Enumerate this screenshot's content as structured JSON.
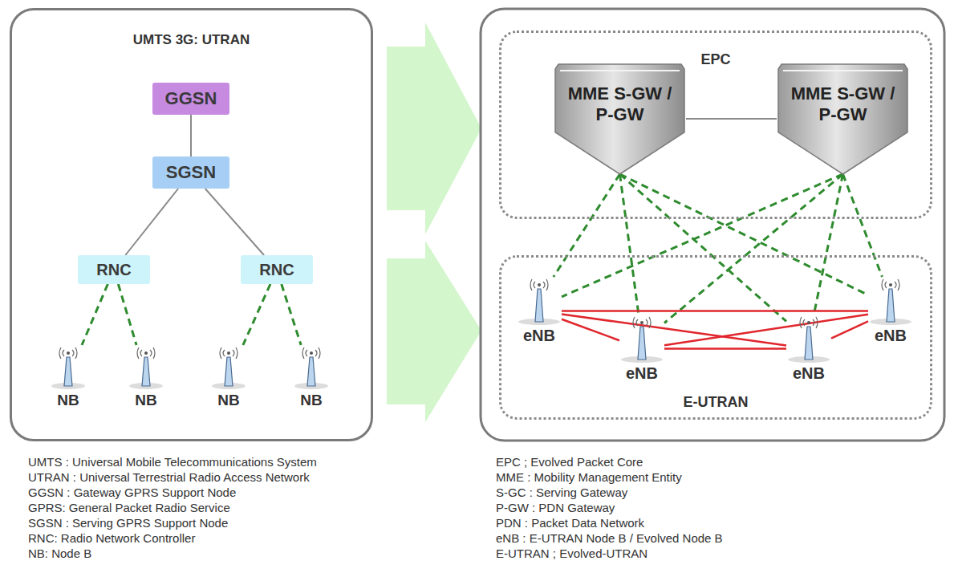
{
  "diagram": {
    "nodes": [
      {
        "text": [
          "UMTS 3G: UTRAN"
        ]
      },
      {
        "text": [
          "GGSN"
        ],
        "in": 0
      },
      {
        "text": [
          "SGSN"
        ],
        "in": 0
      },
      {
        "text": [
          "RNC"
        ],
        "in": 0
      },
      {
        "text": [
          "RNC"
        ],
        "in": 0
      },
      {
        "text": [
          "NB"
        ],
        "in": 0
      },
      {
        "text": [
          "NB"
        ],
        "in": 0
      },
      {
        "text": [
          "NB"
        ],
        "in": 0
      },
      {
        "text": [
          "NB"
        ],
        "in": 0
      },
      {
        "text": [
          "EPC"
        ]
      },
      {
        "text": [
          "MME S-GW / P-GW"
        ],
        "in": 9
      },
      {
        "text": [
          "MME S-GW / P-GW"
        ],
        "in": 9
      },
      {
        "text": [
          "E-UTRAN"
        ]
      },
      {
        "text": [
          "eNB"
        ],
        "in": 12
      },
      {
        "text": [
          "eNB"
        ],
        "in": 12
      },
      {
        "text": [
          "eNB"
        ],
        "in": 12
      },
      {
        "text": [
          "eNB"
        ],
        "in": 12
      }
    ],
    "edges": [
      {
        "from": 1,
        "to": 2,
        "arrow": "none"
      },
      {
        "from": 2,
        "to": 3,
        "arrow": "none"
      },
      {
        "from": 2,
        "to": 4,
        "arrow": "none"
      },
      {
        "from": 3,
        "to": 5,
        "arrow": "none"
      },
      {
        "from": 3,
        "to": 6,
        "arrow": "none"
      },
      {
        "from": 4,
        "to": 7,
        "arrow": "none"
      },
      {
        "from": 4,
        "to": 8,
        "arrow": "none"
      },
      {
        "from": 10,
        "to": 11,
        "arrow": "none"
      },
      {
        "from": 10,
        "to": 13,
        "arrow": "none"
      },
      {
        "from": 10,
        "to": 14,
        "arrow": "none"
      },
      {
        "from": 10,
        "to": 15,
        "arrow": "none"
      },
      {
        "from": 10,
        "to": 16,
        "arrow": "none"
      },
      {
        "from": 11,
        "to": 13,
        "arrow": "none"
      },
      {
        "from": 11,
        "to": 14,
        "arrow": "none"
      },
      {
        "from": 11,
        "to": 15,
        "arrow": "none"
      },
      {
        "from": 11,
        "to": 16,
        "arrow": "none"
      },
      {
        "from": 13,
        "to": 14,
        "arrow": "none"
      },
      {
        "from": 13,
        "to": 15,
        "arrow": "none"
      },
      {
        "from": 13,
        "to": 16,
        "arrow": "none"
      },
      {
        "from": 14,
        "to": 15,
        "arrow": "none"
      },
      {
        "from": 14,
        "to": 16,
        "arrow": "none"
      },
      {
        "from": 15,
        "to": 16,
        "arrow": "none"
      }
    ],
    "labels": [
      "UMTS : Universal Mobile Telecommunications System",
      "UTRAN : Universal Terrestrial Radio Access Network",
      "GGSN : Gateway GPRS Support Node",
      "GPRS: General Packet Radio Service",
      "SGSN : Serving GPRS Support Node",
      "RNC: Radio Network Controller",
      "NB: Node B",
      "EPC ; Evolved Packet Core",
      "MME : Mobility Management Entity",
      "S-GC : Serving Gateway",
      "P-GW : PDN Gateway",
      "PDN : Packet Data Network",
      "eNB : E-UTRAN Node B / Evolved Node B",
      "E-UTRAN ; Evolved-UTRAN"
    ]
  }
}
